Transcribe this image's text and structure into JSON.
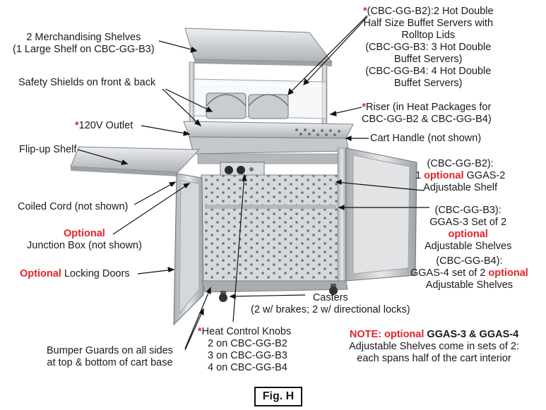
{
  "labels": {
    "shelves_l1": "2 Merchandising Shelves",
    "shelves_l2": "(1 Large Shelf on CBC-GG-B3)",
    "shields": "Safety Shields on front & back",
    "outlet_star": "*",
    "outlet": "120V Outlet",
    "flipup": "Flip-up Shelf",
    "cord": "Coiled Cord (not shown)",
    "junction_opt": "Optional",
    "junction": "Junction Box (not shown)",
    "doors_opt": "Optional",
    "doors": " Locking Doors",
    "bumper_l1": "Bumper Guards on all sides",
    "bumper_l2": "at top & bottom of cart base",
    "knobs_star": "*",
    "knobs_l1": "Heat Control Knobs",
    "knobs_l2": "2 on CBC-GG-B2",
    "knobs_l3": "3 on CBC-GG-B3",
    "knobs_l4": "4 on CBC-GG-B4",
    "casters_l1": "Casters",
    "casters_l2": "(2 w/ brakes; 2 w/ directional locks)",
    "servers_star": "*",
    "servers_l1": "(CBC-GG-B2):2 Hot Double",
    "servers_l2": "Half Size Buffet Servers with",
    "servers_l3": "Rolltop Lids",
    "servers_l4": "(CBC-GG-B3: 3 Hot Double",
    "servers_l5": "Buffet Servers)",
    "servers_l6": "(CBC-GG-B4: 4 Hot Double",
    "servers_l7": "Buffet Servers)",
    "riser_star": "*",
    "riser_l1": "Riser (in Heat Packages for",
    "riser_l2": "CBC-GG-B2 & CBC-GG-B4)",
    "handle": "Cart Handle (not shown)",
    "adj_b2_l1": "(CBC-GG-B2):",
    "adj_b2_pre": "1 ",
    "adj_b2_opt": "optional",
    "adj_b2_post": " GGAS-2",
    "adj_b2_l3": "Adjustable Shelf",
    "adj_b3_l1": "(CBC-GG-B3):",
    "adj_b3_l2": "GGAS-3 Set of 2",
    "adj_b3_opt": "optional",
    "adj_b3_l4": "Adjustable Shelves",
    "adj_b4_l1": "(CBC-GG-B4):",
    "adj_b4_pre": "GGAS-4 set of 2 ",
    "adj_b4_opt": "optional",
    "adj_b4_l3": "Adjustable Shelves",
    "note_head": "NOTE: ",
    "note_opt": "optional",
    "note_models": " GGAS-3 & GGAS-4",
    "note_l2": "Adjustable Shelves come in sets of 2:",
    "note_l3": "each spans half of the cart interior",
    "figure": "Fig. H"
  },
  "colors": {
    "accent_red": "#e2232a",
    "steel_light": "#d9dcdf",
    "steel_mid": "#b4b8bc",
    "steel_dark": "#7d8287",
    "leader": "#111111"
  }
}
